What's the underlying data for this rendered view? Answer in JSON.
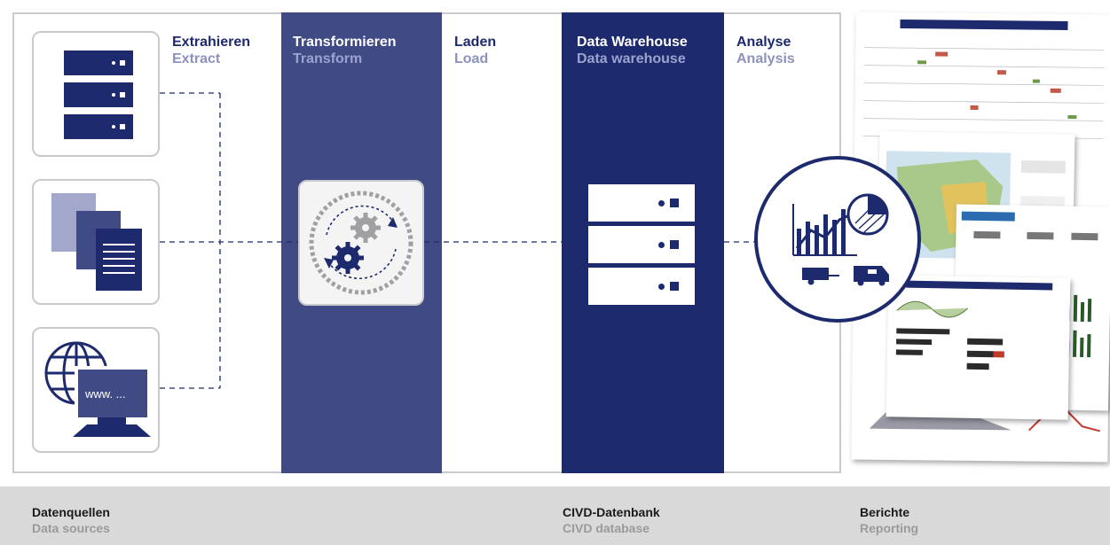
{
  "stages": [
    {
      "de": "Extrahieren",
      "en": "Extract"
    },
    {
      "de": "Transformieren",
      "en": "Transform"
    },
    {
      "de": "Laden",
      "en": "Load"
    },
    {
      "de": "Data Warehouse",
      "en": "Data warehouse"
    },
    {
      "de": "Analyse",
      "en": "Analysis"
    }
  ],
  "sources": {
    "web_label": "www. ..."
  },
  "footer": [
    {
      "de": "Datenquellen",
      "en": "Data sources"
    },
    {
      "de": "CIVD-Datenbank",
      "en": "CIVD database"
    },
    {
      "de": "Berichte",
      "en": "Reporting"
    }
  ],
  "colors": {
    "navy": "#1d2a6d",
    "band_transform": "#404b86",
    "light_blue": "#8d92bd",
    "border_gray": "#c9cacc",
    "footer_gray": "#d9d9da"
  }
}
